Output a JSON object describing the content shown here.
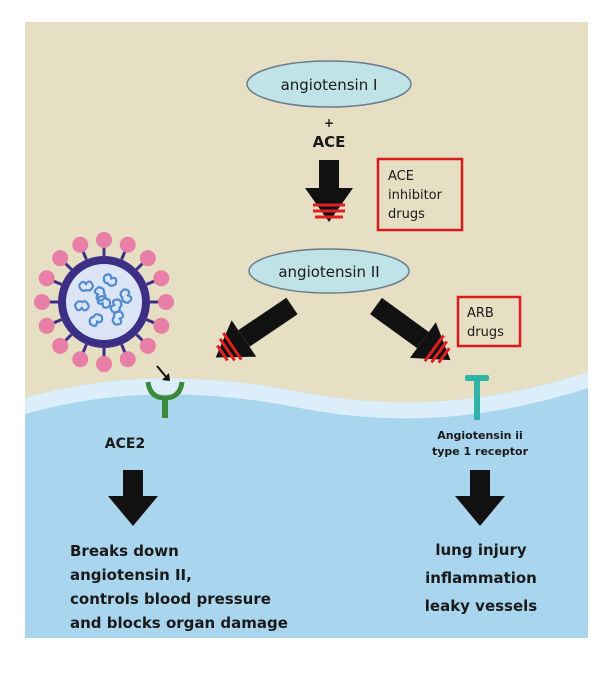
{
  "colors": {
    "top_background": "#e7dfc3",
    "bottom_background": "#a9d6ee",
    "boundary_band": "#dbeefa",
    "oval_fill": "#bfe3e6",
    "oval_stroke": "#6a7c8e",
    "arrow": "#111111",
    "blocker": "#e02020",
    "drug_box": "#d81c1c",
    "ace2_receptor": "#3a8a3a",
    "at1_receptor": "#2fb5a8",
    "virus_spike": "#e77fa6",
    "virus_ring": "#3d2f86",
    "virus_core": "#dbe5f5",
    "virus_rna": "#4f8bd0"
  },
  "top": {
    "angiotensin_one": "angiotensin I",
    "plus": "+",
    "ace": "ACE",
    "ace_inhibitor_line1": "ACE",
    "ace_inhibitor_line2": "inhibitor",
    "ace_inhibitor_line3": "drugs",
    "angiotensin_two": "angiotensin II",
    "arb_line1": "ARB",
    "arb_line2": "drugs"
  },
  "left_pathway": {
    "receptor_label": "ACE2",
    "outcome": [
      "Breaks down",
      "angiotensin II,",
      "controls blood pressure",
      "and blocks organ damage"
    ]
  },
  "right_pathway": {
    "receptor_label_line1": "Angiotensin ii",
    "receptor_label_line2": "type 1 receptor",
    "outcomes": [
      "lung injury",
      "inflammation",
      "leaky vessels"
    ]
  },
  "icons": {
    "virus": "coronavirus-icon",
    "ace2_receptor": "ace2-receptor-icon",
    "at1_receptor": "at1-receptor-icon"
  }
}
